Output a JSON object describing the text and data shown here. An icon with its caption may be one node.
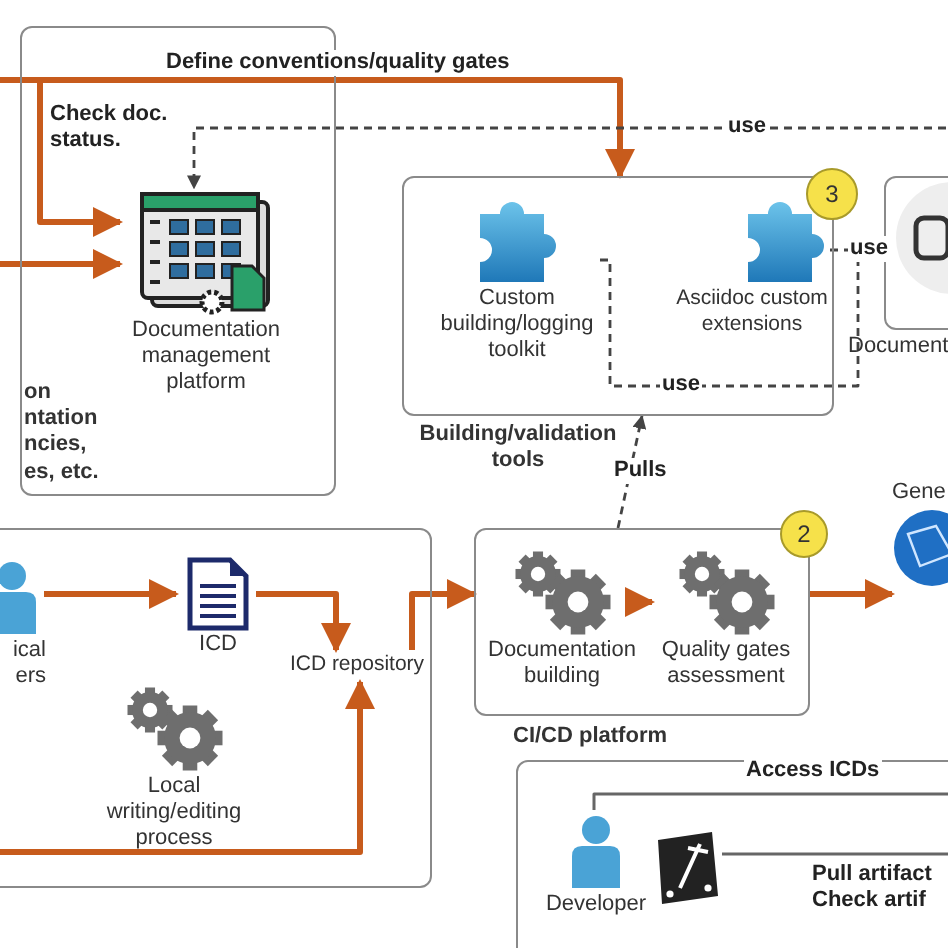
{
  "diagram": {
    "nodes": [
      {
        "text": [
          "on ntation ncies, es, etc."
        ]
      },
      {
        "text": [
          "Documentation management platform"
        ],
        "in": 0
      },
      {
        "text": [
          "Building/validation tools"
        ]
      },
      {
        "text": [
          "Custom building/logging toolkit"
        ],
        "in": 2
      },
      {
        "text": [
          "Asciidoc custom extensions"
        ],
        "in": 2
      },
      {
        "text": [
          "3"
        ]
      },
      {
        "text": [
          "Document"
        ]
      },
      {
        "text": [],
        "shape": "box"
      },
      {
        "text": [
          "ical ers"
        ],
        "in": 7
      },
      {
        "text": [
          "ICD"
        ],
        "in": 7
      },
      {
        "text": [
          "ICD repository"
        ],
        "in": 7
      },
      {
        "text": [
          "Local writing/editing process"
        ],
        "in": 7
      },
      {
        "text": [
          "CI/CD platform"
        ]
      },
      {
        "text": [
          "Documentation building"
        ],
        "in": 12
      },
      {
        "text": [
          "Quality gates assessment"
        ],
        "in": 12
      },
      {
        "text": [
          "2"
        ]
      },
      {
        "text": [
          "Gene"
        ]
      },
      {
        "text": [],
        "shape": "box"
      },
      {
        "text": [
          "Developer"
        ],
        "in": 17
      },
      {
        "text": [],
        "shape": "picture",
        "in": 17
      }
    ],
    "edges": [
      {
        "from": null,
        "to": 2,
        "arrow": "to",
        "label": "Define conventions/quality gates"
      },
      {
        "from": null,
        "to": 1,
        "arrow": "to",
        "label": "Check doc. status."
      },
      {
        "from": null,
        "to": 1,
        "arrow": "to"
      },
      {
        "from": null,
        "to": 1,
        "arrow": "to",
        "label": "use",
        "style": "dashed",
        "color": "#444444"
      },
      {
        "from": 3,
        "to": 6,
        "arrow": "to",
        "label": "use",
        "style": "dashed",
        "color": "#444444"
      },
      {
        "from": 4,
        "to": 6,
        "arrow": "to",
        "label": "use",
        "style": "dashed",
        "color": "#444444"
      },
      {
        "from": 12,
        "to": 2,
        "arrow": "to",
        "label": "Pulls",
        "style": "dashed",
        "color": "#444444"
      },
      {
        "from": 8,
        "to": 9,
        "arrow": "to"
      },
      {
        "from": 9,
        "to": 10,
        "arrow": "to"
      },
      {
        "from": 10,
        "to": 12,
        "arrow": "to"
      },
      {
        "from": null,
        "to": 10,
        "arrow": "to"
      },
      {
        "from": 13,
        "to": 14,
        "arrow": "to"
      },
      {
        "from": 12,
        "to": 16,
        "arrow": "to"
      },
      {
        "from": 18,
        "to": null,
        "arrow": "none",
        "label": "Access ICDs",
        "color": "#666666"
      },
      {
        "from": 19,
        "to": null,
        "arrow": "none",
        "label": "Pull artifact Check artif",
        "color": "#666666"
      }
    ]
  }
}
